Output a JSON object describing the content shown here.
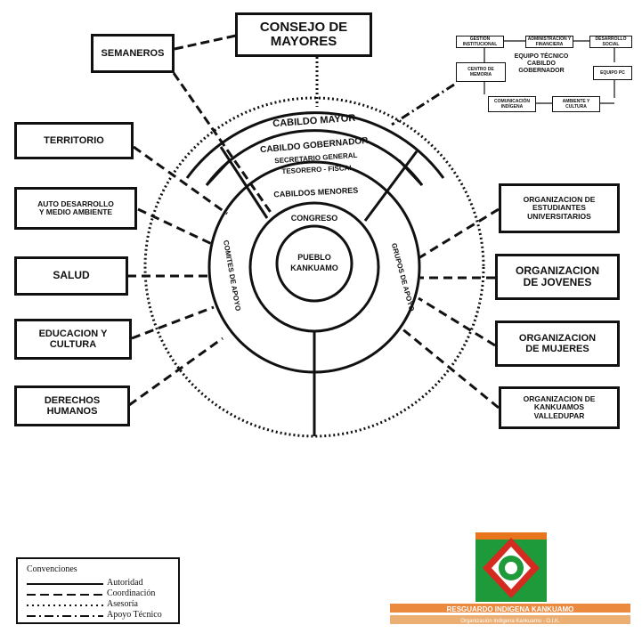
{
  "top_center": "CONSEJO DE\nMAYORES",
  "top_left": "SEMANEROS",
  "left_boxes": [
    "TERRITORIO",
    "AUTO DESARROLLO\nY MEDIO AMBIENTE",
    "SALUD",
    "EDUCACION Y\nCULTURA",
    "DERECHOS\nHUMANOS"
  ],
  "right_boxes": [
    "ORGANIZACION DE\nESTUDIANTES\nUNIVERSITARIOS",
    "ORGANIZACION\nDE JOVENES",
    "ORGANIZACION\nDE MUJERES",
    "ORGANIZACION DE\nKANKUAMOS\nVALLEDUPAR"
  ],
  "rings": {
    "cabildo_mayor": "CABILDO MAYOR",
    "cabildo_gobernador": "CABILDO GOBERNADOR",
    "secretario": "SECRETARIO GENERAL",
    "tesorero": "TESORERO - FISCAL",
    "cabildos_menores": "CABILDOS MENORES",
    "congreso": "CONGRESO",
    "center": "PUEBLO\nKANKUAMO",
    "comites": "COMITES DE APOYO",
    "grupos": "GRUPOS DE APOYO"
  },
  "team": {
    "center": "EQUIPO TÉCNICO\nCABILDO\nGOBERNADOR",
    "boxes": [
      "GESTIÓN INSTITUCIONAL",
      "ADMINISTRACIÓN Y FINANCIERA",
      "DESARROLLO SOCIAL",
      "CENTRO DE MEMORIA",
      "EQUIPO PC",
      "COMUNICACIÓN INDÍGENA",
      "AMBIENTE Y CULTURA"
    ]
  },
  "legend": {
    "title": "Convenciones",
    "items": [
      "Autoridad",
      "Coordinación",
      "Asesoría",
      "Apoyo Técnico"
    ]
  },
  "logo": {
    "name": "RESGUARDO INDIGENA KANKUAMO",
    "sub": "Organización Indígena Kankuamo - O.I.K.",
    "colors": {
      "green": "#1f9a3a",
      "orange": "#e8741d",
      "red": "#d42a1f",
      "white": "#ffffff"
    }
  }
}
